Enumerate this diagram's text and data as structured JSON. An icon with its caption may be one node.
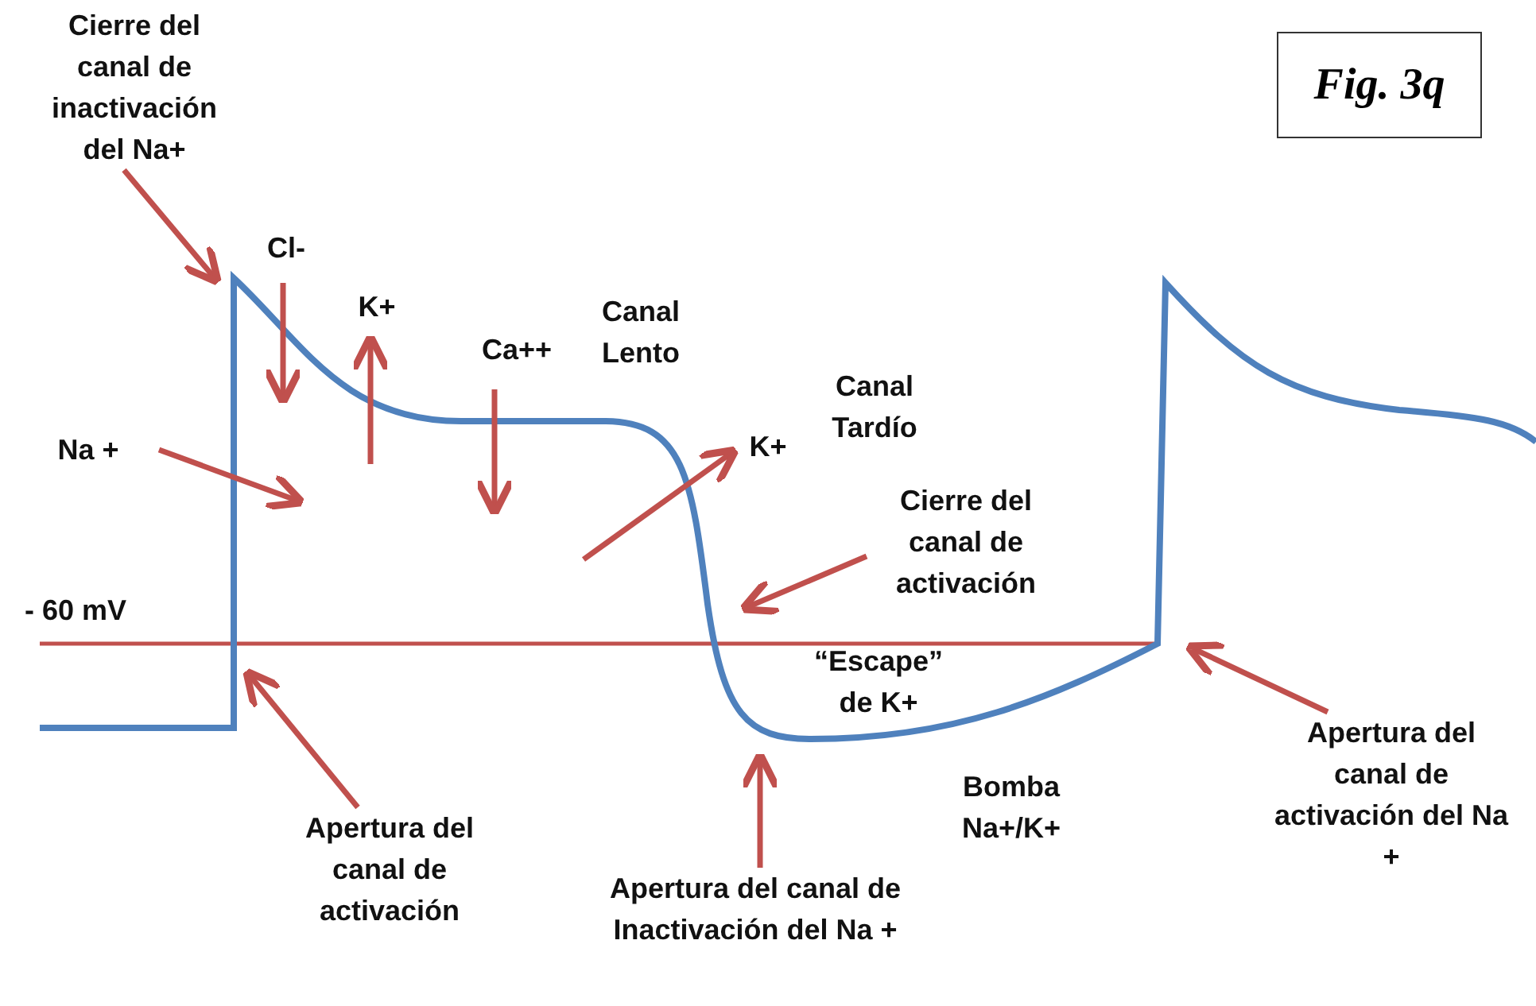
{
  "diagram": {
    "nodes": [
      {
        "text": [
          "Cierre del canal de inactivación del Na+"
        ]
      },
      {
        "text": [
          "Apertura del canal de activación"
        ]
      },
      {
        "text": [
          "Cierre del canal de activación"
        ]
      },
      {
        "text": [
          "Apertura del canal de Inactivación del Na +"
        ]
      },
      {
        "text": [
          "Apertura del canal de activación del Na +"
        ]
      },
      {
        "text": [
          "Fig. 3q"
        ]
      }
    ],
    "edges": [
      {
        "from": 0,
        "to": null,
        "arrow": "to"
      },
      {
        "from": 1,
        "to": null,
        "arrow": "to"
      },
      {
        "from": 2,
        "to": null,
        "arrow": "to"
      },
      {
        "from": 3,
        "to": null,
        "arrow": "to"
      },
      {
        "from": 4,
        "to": null,
        "arrow": "to"
      }
    ],
    "labels": [
      "Cl-",
      "K+",
      "Ca++",
      "Canal Lento",
      "Na +",
      "Canal Tardío",
      "K+",
      "- 60 mV",
      "“Escape” de K+",
      "Bomba Na+/K+"
    ]
  }
}
